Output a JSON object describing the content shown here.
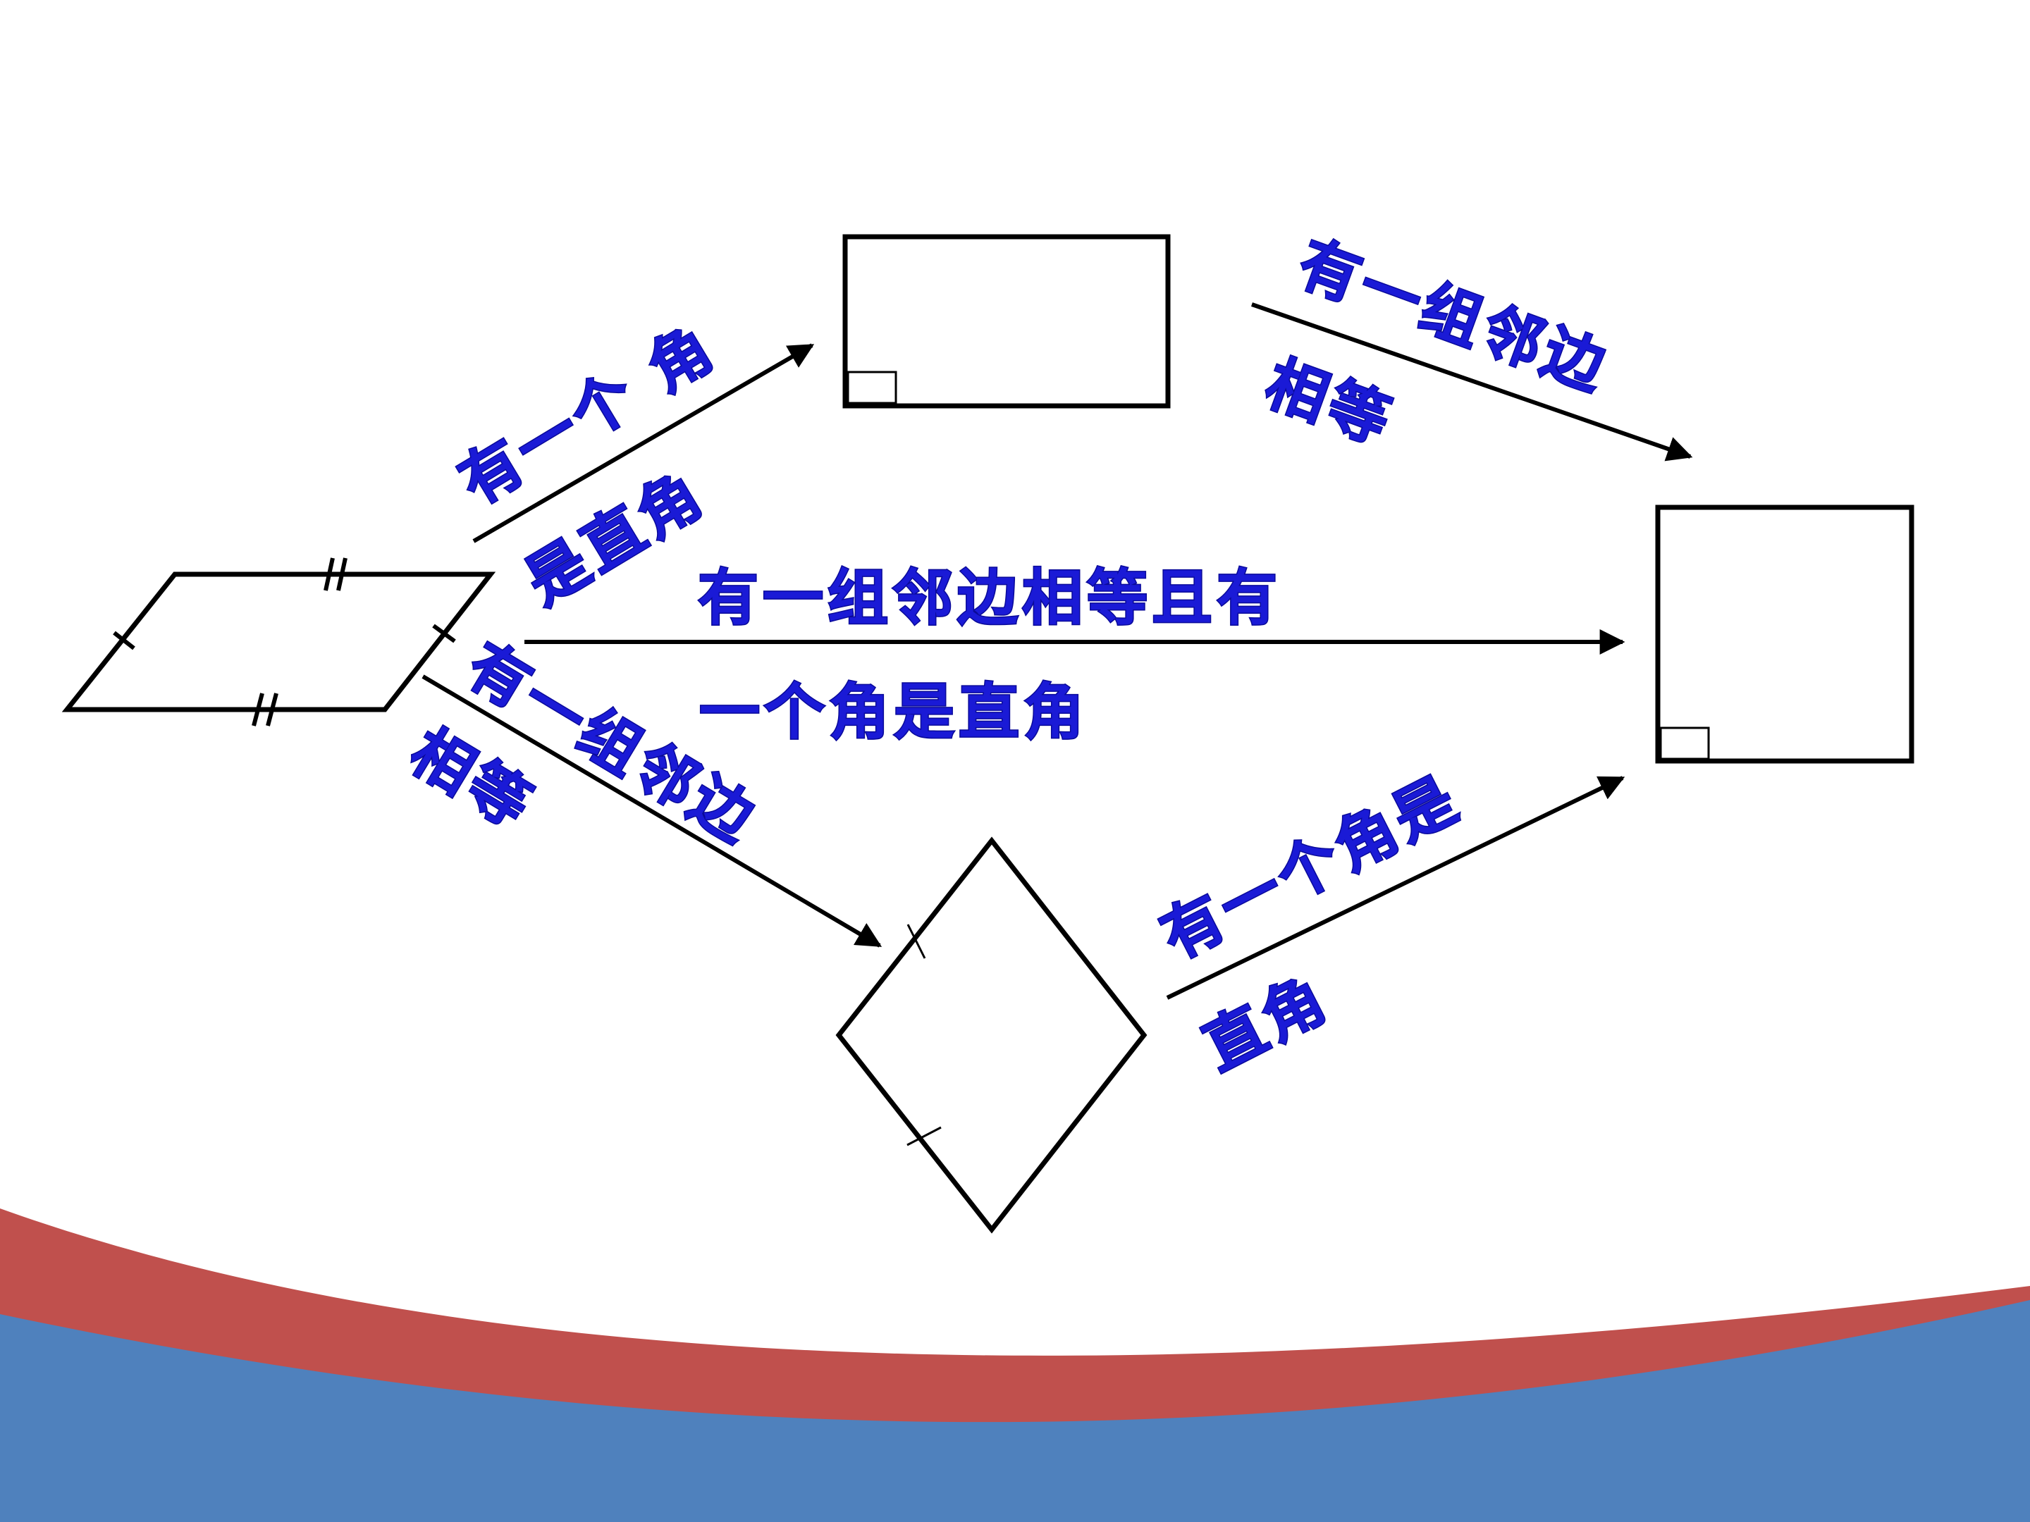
{
  "labels": {
    "to_rectangle_line1": "有一个 角",
    "to_rectangle_line2": "是直角",
    "rect_to_square_line1": "有一组邻边",
    "rect_to_square_line2": "相等",
    "to_square_line1": "有一组邻边相等且有",
    "to_square_line2": "一个角是直角",
    "to_rhombus_line1": "有一组邻边",
    "to_rhombus_line2": "相等",
    "rhombus_to_square_line1": "有一个角是",
    "rhombus_to_square_line2": "直角"
  },
  "colors": {
    "label_blue": "#1a1ad6",
    "band_red": "#c0504d",
    "band_blue": "#4f81bd",
    "outline": "#000000"
  }
}
